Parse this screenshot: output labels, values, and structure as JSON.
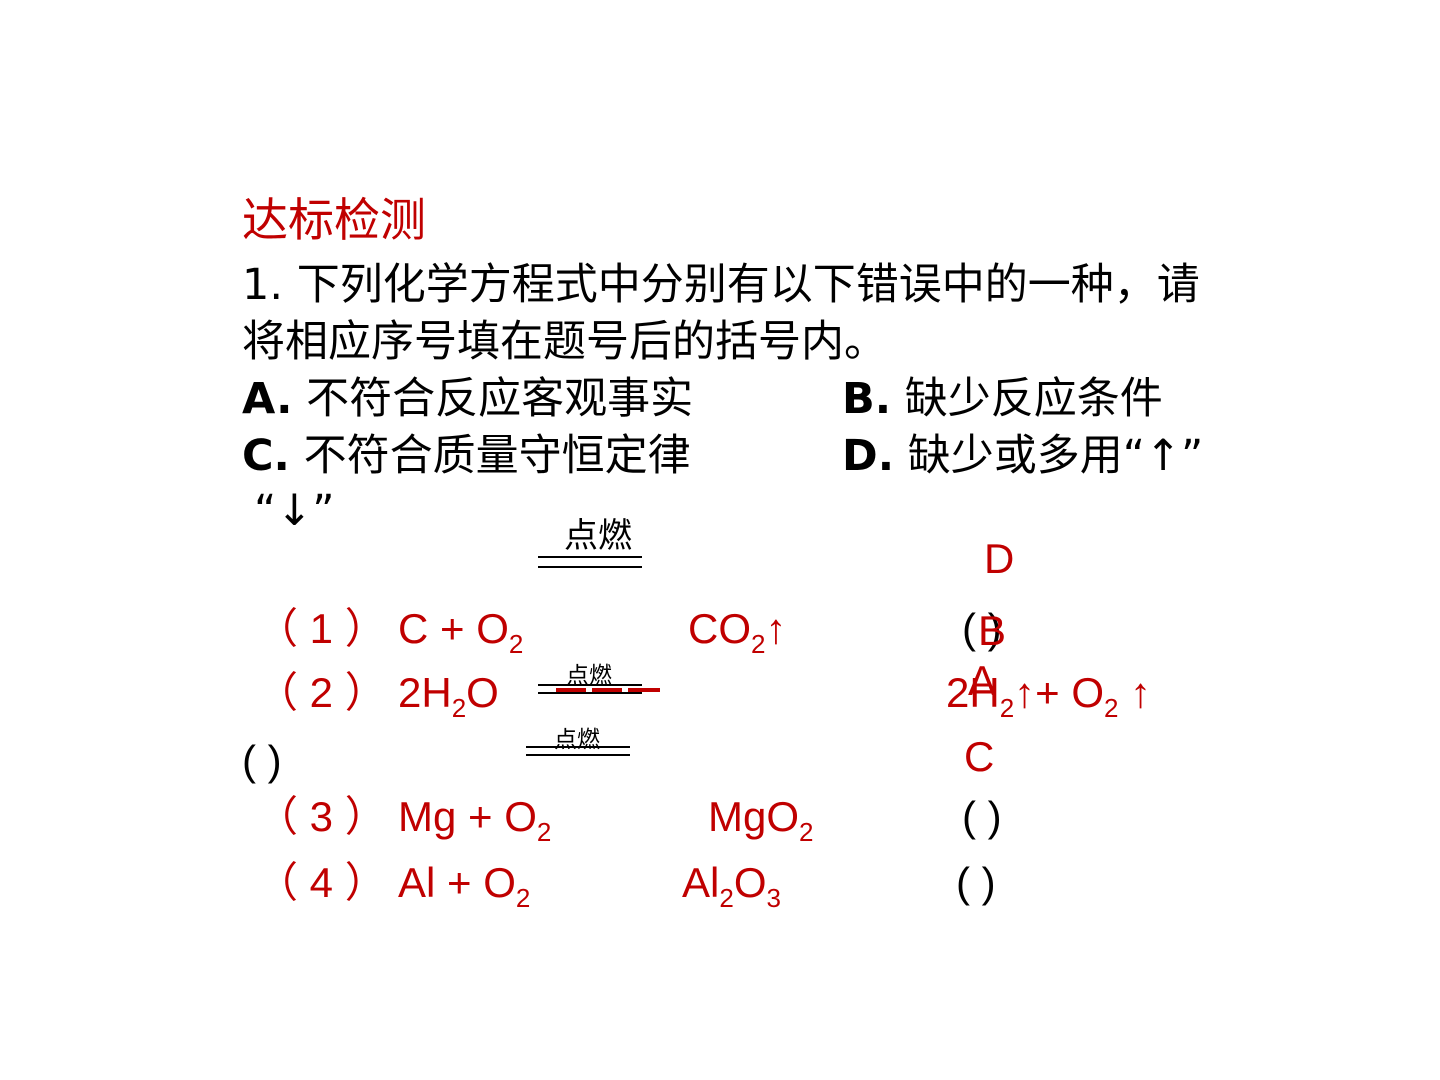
{
  "title": "达标检测",
  "question": {
    "line1": "1. 下列化学方程式中分别有以下错误中的一种，请",
    "line2": "将相应序号填在题号后的括号内。",
    "opt_a_letter": "A.",
    "opt_a_text": " 不符合反应客观事实",
    "opt_b_letter": "B.",
    "opt_b_text": " 缺少反应条件",
    "opt_c_letter": "C.",
    "opt_c_text": " 不符合质量守恒定律",
    "opt_d_letter": "D.",
    "opt_d_text": " 缺少或多用“↑”",
    "opt_d_cont": "“↓”"
  },
  "condition_label": "点燃",
  "equations": [
    {
      "num": "（ 1 ）",
      "lhs": "C + O",
      "lhs_sub": "2",
      "rhs": "CO",
      "rhs_sub": "2",
      "rhs_tail": "↑",
      "paren": "(        )",
      "answer": "D"
    },
    {
      "num": "（ 2 ）",
      "lhs": "2H",
      "lhs_sub": "2",
      "lhs_tail": "O",
      "rhs": "2H",
      "rhs_sub": "2",
      "rhs_mid": "↑+ O",
      "rhs_sub2": "2",
      "rhs_tail": " ↑",
      "paren": "(        )",
      "answer": "B"
    },
    {
      "num": "（ 3 ）",
      "lhs": "Mg + O",
      "lhs_sub": "2",
      "rhs": "MgO",
      "rhs_sub": "2",
      "paren": "(        )",
      "answer": "A"
    },
    {
      "num": "（ 4 ）",
      "lhs": "Al + O",
      "lhs_sub": "2",
      "rhs": "Al",
      "rhs_sub": "2",
      "rhs_mid": "O",
      "rhs_sub2": "3",
      "paren": "(        )",
      "answer": "C"
    }
  ],
  "colors": {
    "accent": "#c00000",
    "text": "#000000"
  }
}
